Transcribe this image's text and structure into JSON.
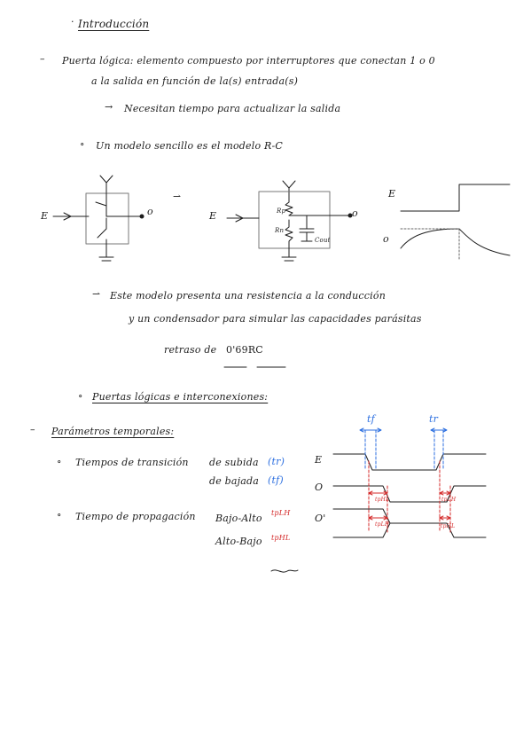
{
  "heading": "Introducción",
  "notes": {
    "line1": "Puerta lógica: elemento compuesto por interruptores que conectan 1 o 0",
    "line2": "a la salida en función de la(s) entrada(s)",
    "line3": "Necesitan tiempo para actualizar la salida",
    "line4": "Un modelo sencillo es el modelo R-C"
  },
  "circuit": {
    "label_e1": "E",
    "label_o1": "o",
    "label_e2": "E",
    "label_o2": "o",
    "rp": "Rp",
    "rn": "Rn",
    "cout": "Cout",
    "wave_e": "E",
    "wave_o": "o"
  },
  "notes2": {
    "line5": "Este modelo presenta una resistencia a la conducción",
    "line6": "y un condensador para simular las capacidades parásitas",
    "retraso": "retraso de",
    "formula": "0'69RC"
  },
  "section2": {
    "title": "Puertas lógicas e interconexiones:",
    "sub": "Parámetros temporales:",
    "item1a": "Tiempos de transición",
    "item1b": "de subida",
    "item1b_sym": "(tr)",
    "item1c": "de bajada",
    "item1c_sym": "(tf)",
    "item2": "Tiempo de propagación",
    "item2a": "Bajo-Alto",
    "item2a_sym": "tpLH",
    "item2b": "Alto-Bajo",
    "item2b_sym": "tpHL"
  },
  "timing": {
    "tf": "tf",
    "tr": "tr",
    "label_e": "E",
    "label_o": "O",
    "label_o2": "O'",
    "tphl": "tpHL",
    "tplh": "tpLH"
  }
}
